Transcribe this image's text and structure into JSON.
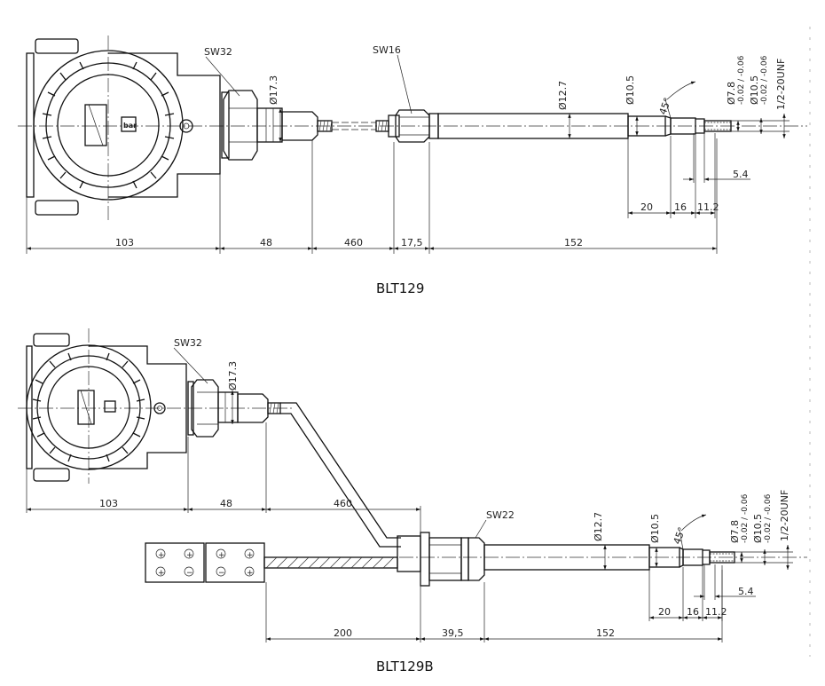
{
  "drawings": [
    {
      "caption": "BLT129",
      "labels": {
        "sw_head": "SW32",
        "sw_mid": "SW16",
        "d_neck": "Ø17.3",
        "d_tube": "Ø12.7",
        "d_step": "Ø10.5",
        "d_tip1": "Ø7.8",
        "d_tip1_tol": "-0.02 / -0.06",
        "d_tip2": "Ø10.5",
        "d_tip2_tol": "-0.02 / -0.06",
        "thread": "1/2-20UNF",
        "angle": "45°",
        "small_len": "5.4"
      },
      "dimensions": [
        "103",
        "48",
        "460",
        "17,5",
        "152",
        "20",
        "16",
        "11.2"
      ]
    },
    {
      "caption": "BLT129B",
      "labels": {
        "sw_head": "SW32",
        "sw_mid": "SW22",
        "d_neck": "Ø17.3",
        "d_tube": "Ø12.7",
        "d_step": "Ø10.5",
        "d_tip1": "Ø7.8",
        "d_tip1_tol": "-0.02 / -0.06",
        "d_tip2": "Ø10.5",
        "d_tip2_tol": "-0.02 / -0.06",
        "thread": "1/2-20UNF",
        "angle": "45°",
        "small_len": "5.4"
      },
      "dimensions_top": [
        "103",
        "48",
        "460"
      ],
      "dimensions_bottom": [
        "200",
        "39,5",
        "152",
        "20",
        "16",
        "11.2"
      ]
    }
  ],
  "colors": {
    "line": "#111111",
    "background": "#ffffff"
  }
}
